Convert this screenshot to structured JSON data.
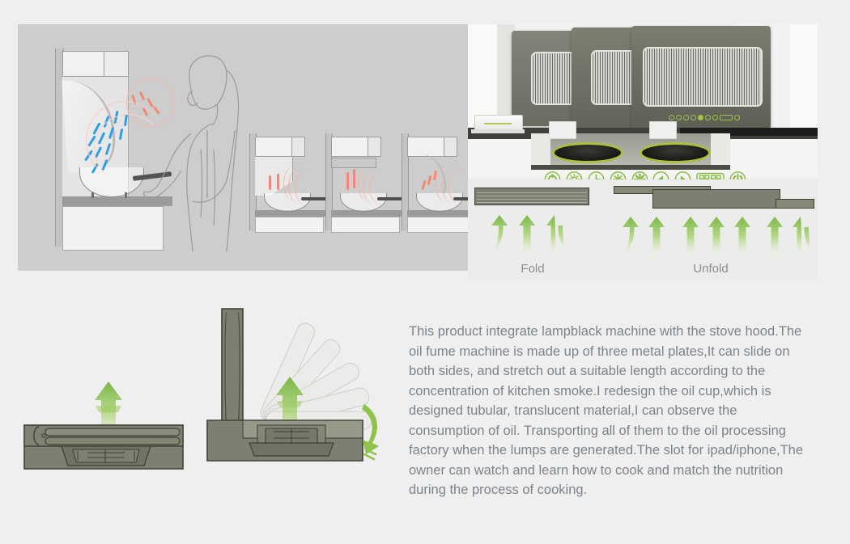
{
  "page": {
    "background_color": "#efefef",
    "text_color": "#7d838a",
    "accent_green": "#7ab648",
    "olive": "#7c8070",
    "burner_ring_green": "#a8c23c"
  },
  "sketch_panel": {
    "name": "concept-sketch-panel",
    "background_color": "#cdcdcd",
    "main_scene": {
      "description": "person cooking at stove under curved hood",
      "clean_air_arrow_color": "#2f9fe0",
      "smoke_arrow_color": "#f08a72"
    },
    "comparison_scenes": [
      {
        "label": "",
        "type": "classic-angled-hood"
      },
      {
        "label": "",
        "type": "flat-box-hood"
      },
      {
        "label": "",
        "type": "curved-blade-hood"
      }
    ]
  },
  "render_panel": {
    "name": "product-render",
    "background_color": "#f2f2f0",
    "plates": [
      "left-plate",
      "center-plate",
      "right-plate"
    ],
    "burner_count": 2,
    "oil_cup": "translucent tubular oil cup",
    "control_panel_dots": 11
  },
  "control_icons": [
    {
      "name": "power-ring-icon",
      "glyph": "power"
    },
    {
      "name": "light-icon",
      "glyph": "sun"
    },
    {
      "name": "timer-icon",
      "glyph": "clock"
    },
    {
      "name": "fan-speed-icon",
      "glyph": "asterisk"
    },
    {
      "name": "turbo-fan-icon",
      "glyph": "burst"
    },
    {
      "name": "previous-icon",
      "glyph": "triangle-left"
    },
    {
      "name": "play-icon",
      "glyph": "triangle-right"
    },
    {
      "name": "display-icon",
      "glyph": "88:88"
    },
    {
      "name": "power-button-icon",
      "glyph": "power"
    }
  ],
  "fold_unfold": {
    "fold": {
      "label": "Fold",
      "arrow_count": 3
    },
    "unfold": {
      "label": "Unfold",
      "arrow_count": 7
    }
  },
  "diagrams": {
    "fold_section": {
      "name": "folded-cross-section",
      "arrows": 1
    },
    "rotate_section": {
      "name": "unfolded-rotation-section",
      "ghost_positions": 5,
      "arrows": 2
    }
  },
  "description": {
    "text": "This product integrate lampblack machine with the stove hood.The oil fume machine is made up of three metal plates,It can slide on both sides, and stretch out a suitable length according to the concentration of kitchen smoke.I redesign the oil cup,which is designed tubular, translucent material,I can observe the consumption of oil. Transporting all of them to the oil processing factory when the lumps are generated.The slot for ipad/iphone,The owner can watch and learn how to cook and match the nutrition during the process of cooking."
  }
}
